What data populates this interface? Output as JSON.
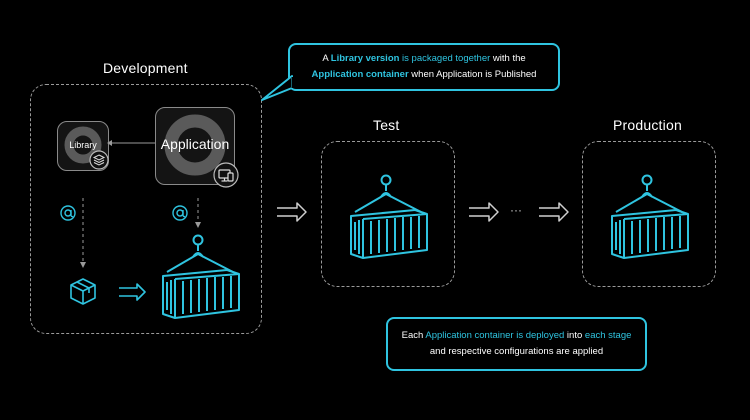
{
  "stages": {
    "development": "Development",
    "test": "Test",
    "production": "Production"
  },
  "tiles": {
    "library": "Library",
    "application": "Application"
  },
  "top_callout": {
    "p1": "A ",
    "p2": "Library version",
    "p3": " is packaged together",
    "p4": " with the",
    "p5": "Application container",
    "p6": " when Application is Published"
  },
  "bottom_callout": {
    "p1": "Each ",
    "p2": "Application container is deployed",
    "p3": " into ",
    "p4": "each stage",
    "p5": "and respective configurations are applied"
  },
  "ellipsis": "···",
  "colors": {
    "accent": "#2fc4e0",
    "background": "#000000",
    "dashed": "#9a9a9a",
    "arrow": "#cfcfcf"
  },
  "icons": [
    "layers-icon",
    "monitor-phone-icon",
    "at-sign-icon",
    "package-box-icon",
    "container-icon",
    "hook-icon",
    "double-arrow-icon"
  ]
}
